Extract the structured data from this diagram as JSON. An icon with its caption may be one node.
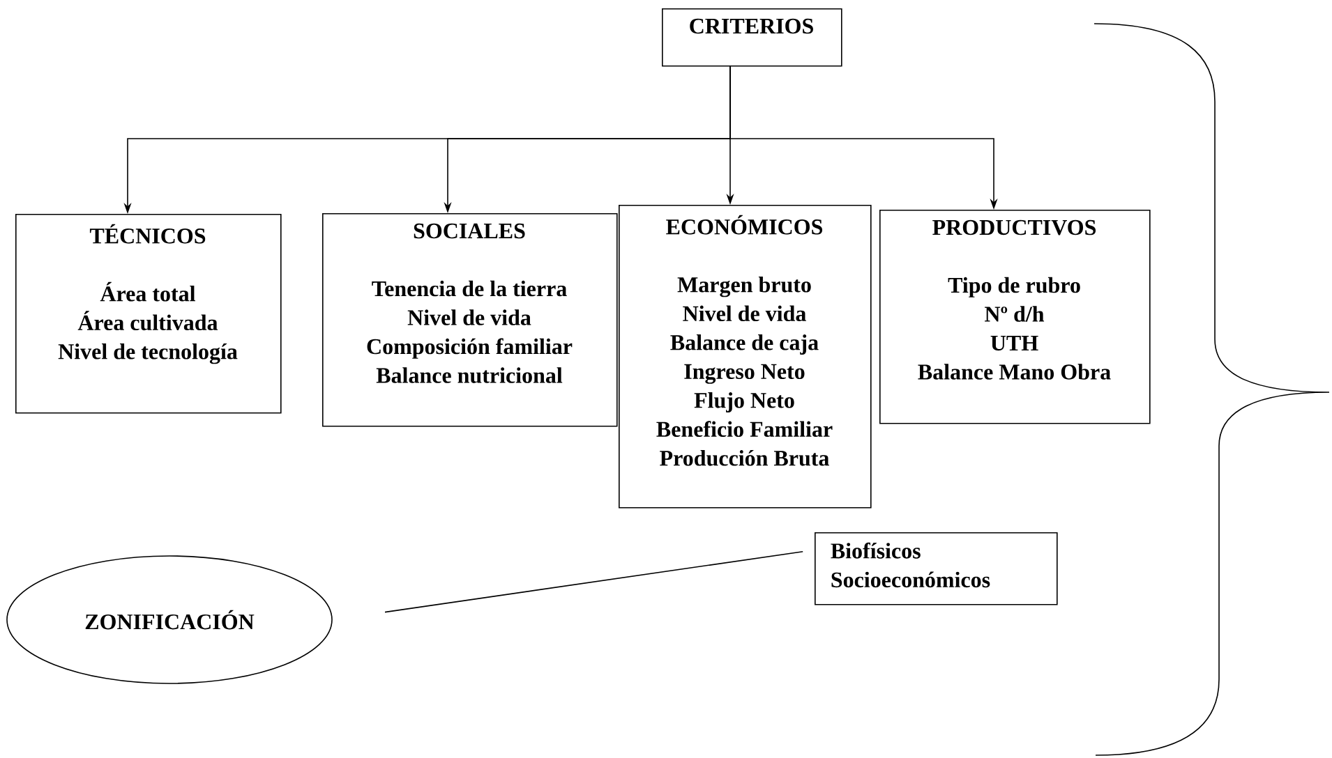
{
  "diagram": {
    "nodes": [
      {
        "text": [
          "CRITERIOS"
        ]
      },
      {
        "text": [
          "TÉCNICOS",
          "Área total",
          "Área cultivada",
          "Nivel de tecnología"
        ]
      },
      {
        "text": [
          "SOCIALES",
          "Tenencia de la tierra",
          "Nivel de vida",
          "Composición familiar",
          "Balance nutricional"
        ]
      },
      {
        "text": [
          "ECONÓMICOS",
          "Margen bruto",
          "Nivel de vida",
          "Balance de caja",
          "Ingreso Neto",
          "Flujo Neto",
          "Beneficio Familiar",
          "Producción Bruta"
        ]
      },
      {
        "text": [
          "PRODUCTIVOS",
          "Tipo de rubro",
          "Nº d/h",
          "UTH",
          "Balance Mano Obra"
        ]
      },
      {
        "text": [
          "Biofísicos",
          "Socioeconómicos"
        ]
      },
      {
        "text": [
          "ZONIFICACIÓN"
        ]
      }
    ],
    "edges": [
      {
        "from": 0,
        "to": 1,
        "arrow": "to"
      },
      {
        "from": 0,
        "to": 2,
        "arrow": "to"
      },
      {
        "from": 0,
        "to": 3,
        "arrow": "to"
      },
      {
        "from": 0,
        "to": 4,
        "arrow": "to"
      },
      {
        "from": 6,
        "to": 5,
        "arrow": "none"
      }
    ]
  }
}
